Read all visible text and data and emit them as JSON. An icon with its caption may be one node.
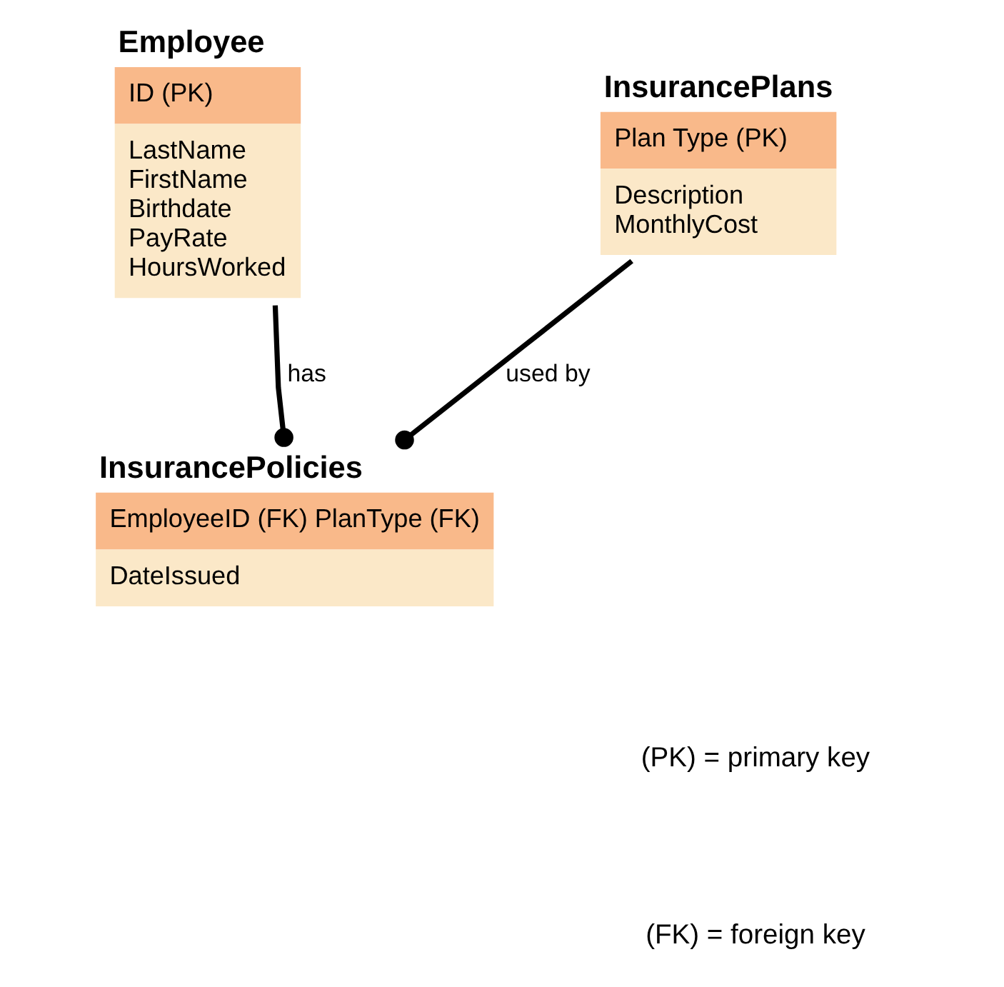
{
  "diagram": {
    "nodes": [
      {
        "text": [
          "Employee",
          "ID (PK)",
          "LastName",
          "FirstName",
          "Birthdate",
          "PayRate",
          "HoursWorked"
        ]
      },
      {
        "text": [
          "InsurancePlans",
          "Plan Type (PK)",
          "Description",
          "MonthlyCost"
        ]
      },
      {
        "text": [
          "InsurancePolicies",
          "EmployeeID (FK) PlanType (FK)",
          "DateIssued"
        ]
      }
    ],
    "edges": [
      {
        "from": 0,
        "to": 2,
        "arrow": "other",
        "label": "has"
      },
      {
        "from": 1,
        "to": 2,
        "arrow": "other",
        "label": "used by"
      }
    ],
    "labels": [
      "(PK) = primary key",
      "(FK) = foreign key"
    ]
  }
}
